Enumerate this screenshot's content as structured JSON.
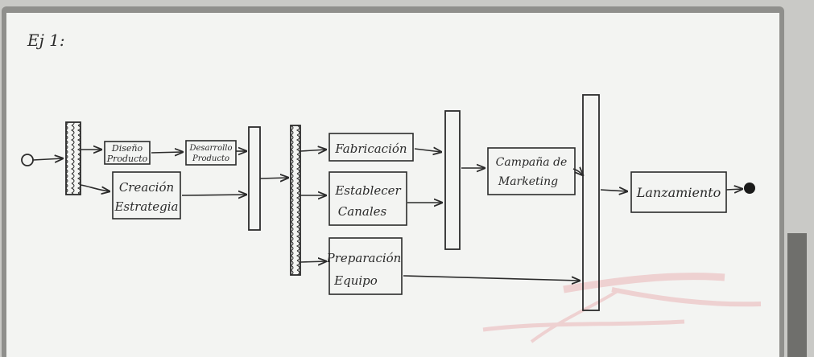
{
  "board": {
    "title": "Ej 1:",
    "colors": {
      "frame": "#8f8f8c",
      "surface": "#f3f4f2",
      "ink": "#2b2b2b",
      "marker_residue": "#e8a7aa"
    }
  },
  "nodes": {
    "diseno": {
      "line1": "Diseño",
      "line2": "Producto"
    },
    "desarrollo": {
      "line1": "Desarrollo",
      "line2": "Producto"
    },
    "creacion": {
      "line1": "Creación",
      "line2": "Estrategia"
    },
    "fabricacion": {
      "line1": "Fabricación"
    },
    "establecer": {
      "line1": "Establecer",
      "line2": "Canales"
    },
    "preparacion": {
      "line1": "Preparación",
      "line2": "Equipo"
    },
    "campana": {
      "line1": "Campaña de",
      "line2": "Marketing"
    },
    "lanzamiento": {
      "line1": "Lanzamiento"
    }
  }
}
